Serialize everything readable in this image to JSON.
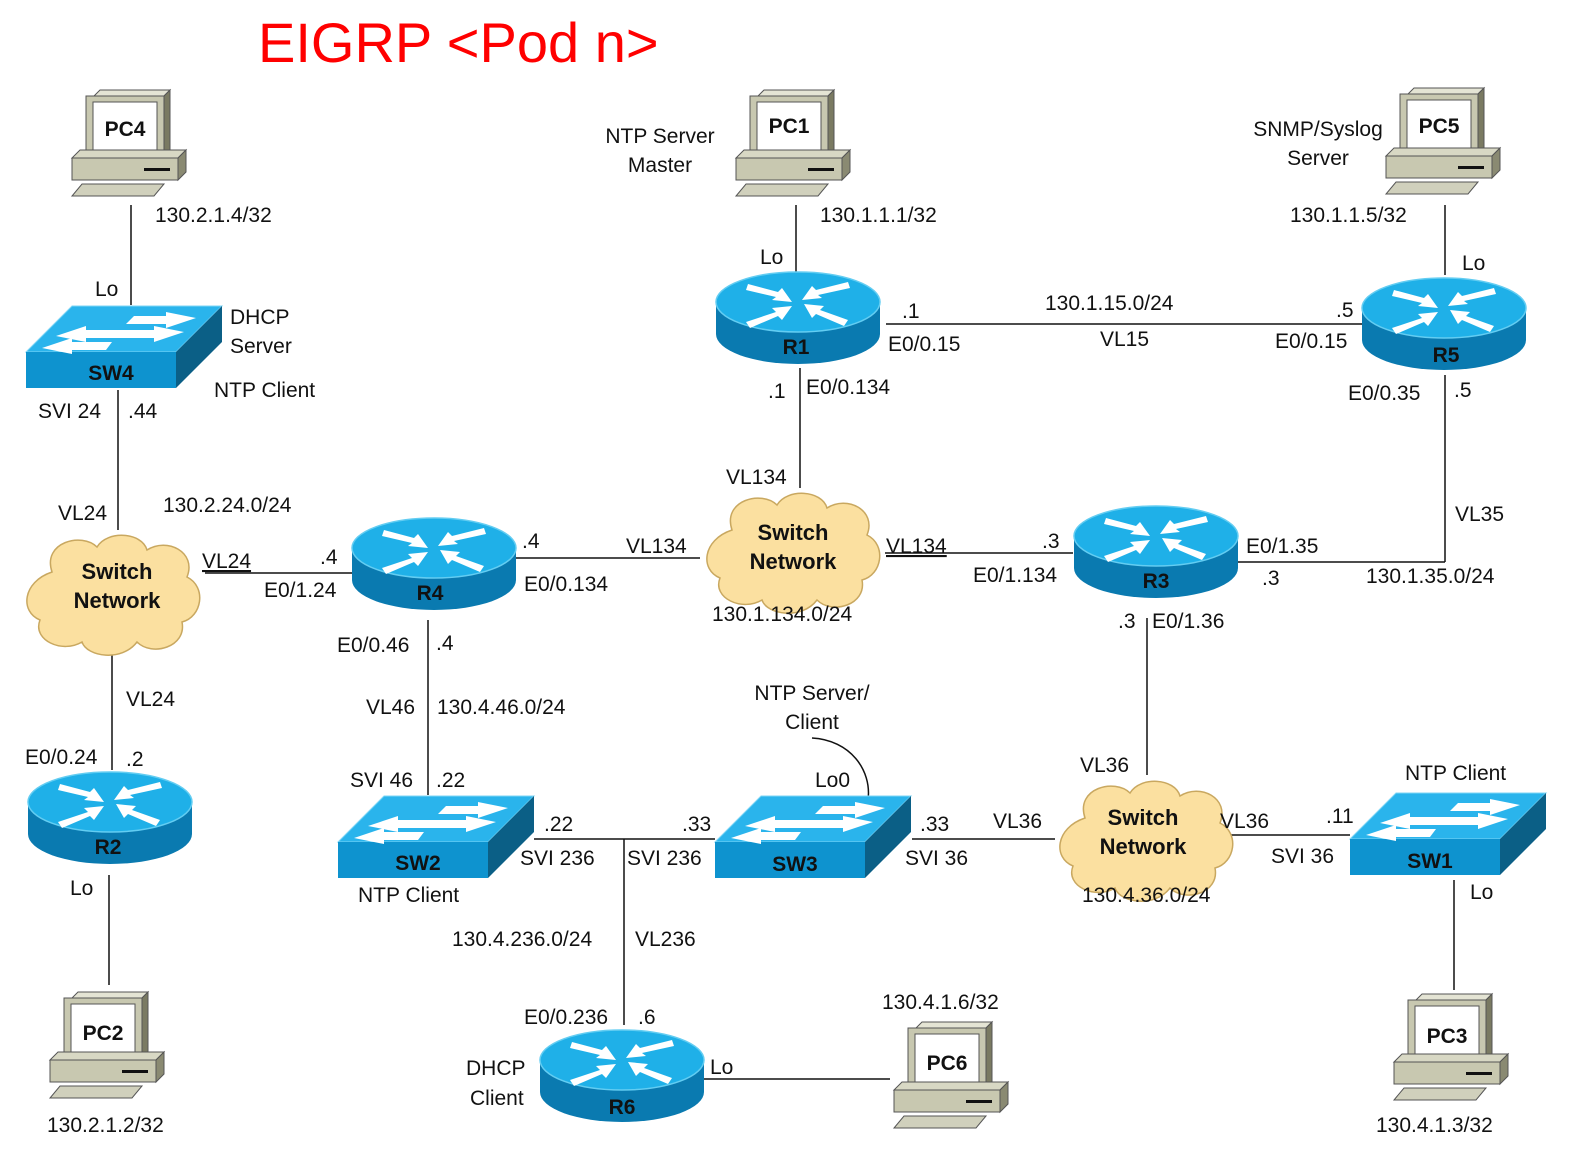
{
  "title": "EIGRP <Pod n>",
  "colors": {
    "title": "#ff0000",
    "router_top": "#1fb0e8",
    "router_side": "#0a7ab0",
    "switch_top": "#2ab4ec",
    "switch_front": "#0e93cf",
    "switch_side": "#0b5f86",
    "cloud": "#fbe0a0",
    "pc_body": "#c8c8b0"
  },
  "devices": {
    "pc4": {
      "name": "PC4",
      "ip": "130.2.1.4/32"
    },
    "pc1": {
      "name": "PC1",
      "ip": "130.1.1.1/32",
      "role1": "NTP Server",
      "role2": "Master"
    },
    "pc5": {
      "name": "PC5",
      "ip": "130.1.1.5/32",
      "role1": "SNMP/Syslog",
      "role2": "Server"
    },
    "pc2": {
      "name": "PC2",
      "ip": "130.2.1.2/32"
    },
    "pc6": {
      "name": "PC6",
      "ip": "130.4.1.6/32"
    },
    "pc3": {
      "name": "PC3",
      "ip": "130.4.1.3/32"
    },
    "r1": {
      "name": "R1"
    },
    "r2": {
      "name": "R2"
    },
    "r3": {
      "name": "R3"
    },
    "r4": {
      "name": "R4"
    },
    "r5": {
      "name": "R5"
    },
    "r6": {
      "name": "R6",
      "role1": "DHCP",
      "role2": "Client"
    },
    "sw1": {
      "name": "SW1",
      "role": "NTP Client"
    },
    "sw2": {
      "name": "SW2",
      "role": "NTP Client"
    },
    "sw3": {
      "name": "SW3",
      "role1": "NTP Server/",
      "role2": "Client"
    },
    "sw4": {
      "name": "SW4",
      "role1": "DHCP",
      "role2": "Server",
      "role3": "NTP Client"
    }
  },
  "clouds": {
    "left": {
      "line1": "Switch",
      "line2": "Network"
    },
    "center": {
      "line1": "Switch",
      "line2": "Network",
      "subnet": "130.1.134.0/24"
    },
    "bottom": {
      "line1": "Switch",
      "line2": "Network",
      "subnet": "130.4.36.0/24"
    }
  },
  "labels": {
    "sw4_lo": "Lo",
    "sw4_svi": "SVI 24",
    "sw4_host": ".44",
    "vl24_top": "VL24",
    "subnet_24": "130.2.24.0/24",
    "vl24_right": "VL24",
    "r4_left_host": ".4",
    "r4_left_if": "E0/1.24",
    "r4_right_host": ".4",
    "r4_right_if": "E0/0.134",
    "vl134_left": "VL134",
    "r4_bottom_if": "E0/0.46",
    "r4_bottom_host": ".4",
    "vl46": "VL46",
    "subnet_46": "130.4.46.0/24",
    "sw2_svi46": "SVI 46",
    "sw2_host46": ".22",
    "sw2_host236": ".22",
    "sw2_svi236": "SVI 236",
    "sw3_host236": ".33",
    "sw3_svi236": "SVI 236",
    "sw3_lo0": "Lo0",
    "sw3_host36": ".33",
    "sw3_svi36": "SVI 36",
    "vl36_left": "VL36",
    "vl36_right": "VL36",
    "vl36_top": "VL36",
    "sw1_host": ".11",
    "sw1_svi": "SVI 36",
    "sw1_lo": "Lo",
    "subnet_236": "130.4.236.0/24",
    "vl236": "VL236",
    "r6_if": "E0/0.236",
    "r6_host": ".6",
    "r6_lo": "Lo",
    "r2_vl24": "VL24",
    "r2_if": "E0/0.24",
    "r2_host": ".2",
    "r2_lo": "Lo",
    "r1_lo": "Lo",
    "r1_right_host": ".1",
    "r1_right_if": "E0/0.15",
    "r1_bottom_host": ".1",
    "r1_bottom_if": "E0/0.134",
    "vl134_top": "VL134",
    "vl134_right": "VL134",
    "subnet_15": "130.1.15.0/24",
    "vl15": "VL15",
    "r5_left_host": ".5",
    "r5_left_if": "E0/0.15",
    "r5_lo": "Lo",
    "r5_bottom_if": "E0/0.35",
    "r5_bottom_host": ".5",
    "vl35": "VL35",
    "r3_left_host": ".3",
    "r3_left_if": "E0/1.134",
    "r3_right_if": "E0/1.35",
    "r3_right_host": ".3",
    "subnet_35": "130.1.35.0/24",
    "r3_bottom_host": ".3",
    "r3_bottom_if": "E0/1.36"
  }
}
